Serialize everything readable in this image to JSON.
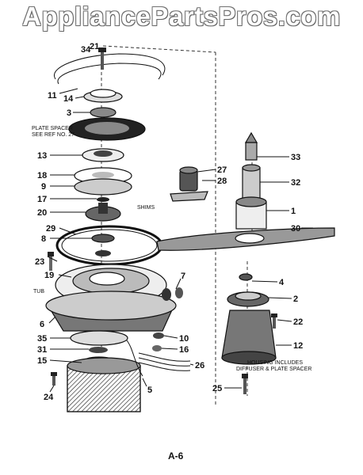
{
  "watermark": "AppliancePartsPros.com",
  "page_code": "A-6",
  "notes": {
    "plate_spacer_1": "PLATE SPACER",
    "plate_spacer_2": "SEE REF NO. 27",
    "shims": "SHIMS",
    "tub": "TUB",
    "housing_1": "HOUSING INCLUDES",
    "housing_2": "DIFFUSER & PLATE SPACER"
  },
  "callouts": [
    "34",
    "21",
    "11",
    "14",
    "3",
    "13",
    "18",
    "9",
    "17",
    "20",
    "29",
    "8",
    "23",
    "19",
    "6",
    "35",
    "31",
    "15",
    "24",
    "7",
    "10",
    "16",
    "26",
    "5",
    "27",
    "28",
    "33",
    "32",
    "1",
    "30",
    "4",
    "2",
    "22",
    "12",
    "25"
  ]
}
